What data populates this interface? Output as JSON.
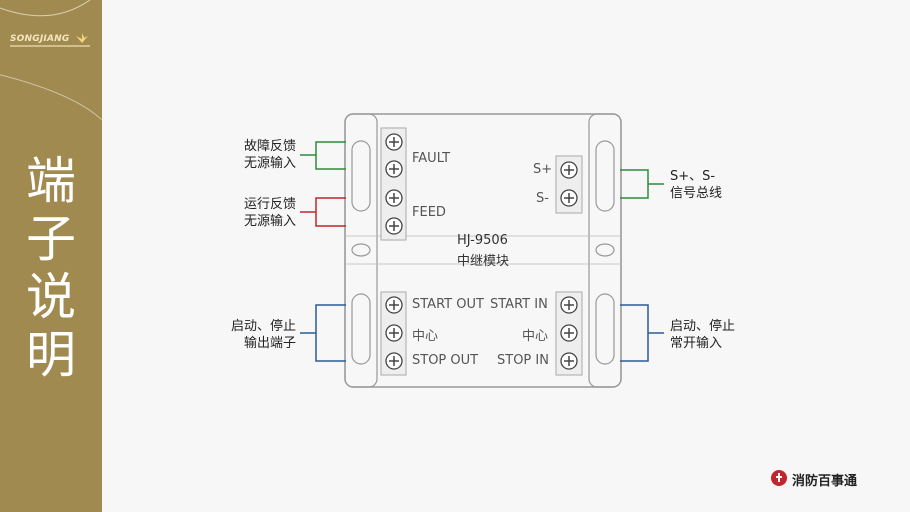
{
  "sidebar": {
    "logo_text": "SONGJIANG",
    "title_chars": [
      "端",
      "子",
      "说",
      "明"
    ]
  },
  "device": {
    "model": "HJ-9506",
    "name": "中继模块",
    "terminals_left_top": [
      "FAULT",
      "FEED"
    ],
    "terminals_right_top": [
      "S+",
      "S-"
    ],
    "terminals_left_bottom": [
      "START OUT",
      "中心",
      "STOP OUT"
    ],
    "terminals_right_bottom": [
      "START IN",
      "中心",
      "STOP IN"
    ]
  },
  "labels": {
    "fault_line1": "故障反馈",
    "fault_line2": "无源输入",
    "run_line1": "运行反馈",
    "run_line2": "无源输入",
    "bus_line1": "S+、S-",
    "bus_line2": "信号总线",
    "out_line1": "启动、停止",
    "out_line2": "输出端子",
    "in_line1": "启动、停止",
    "in_line2": "常开输入"
  },
  "brand": {
    "name": "消防百事通"
  },
  "colors": {
    "sidebar": "#a08a4f",
    "green": "#2e8b3a",
    "red": "#c0272d",
    "blue": "#2a5c9a",
    "device_stroke": "#999999"
  }
}
